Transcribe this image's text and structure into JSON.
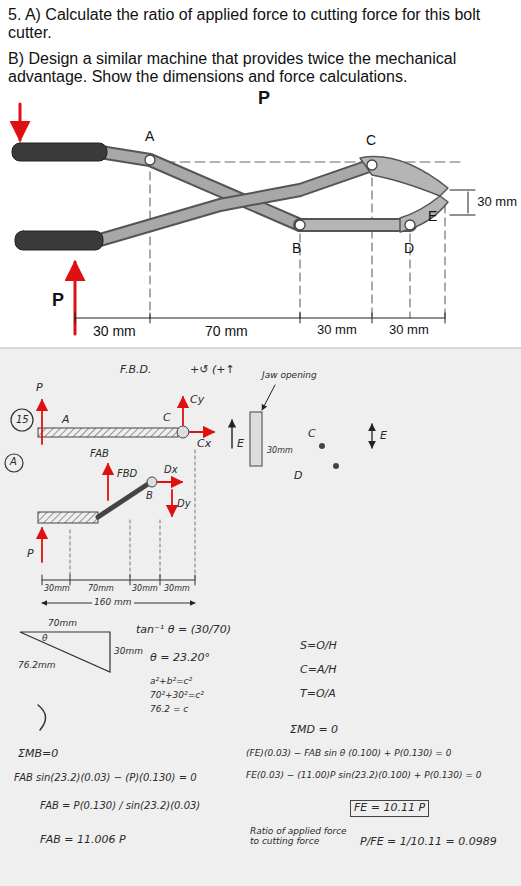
{
  "diagram": {
    "labels": [
      "5. A) Calculate the ratio of applied force to cutting force for this bolt cutter.",
      "B) Design a similar machine that provides twice the mechanical advantage. Show the dimensions and force calculations.",
      "P",
      "A",
      "C",
      "30 mm",
      "E",
      "B",
      "D",
      "P",
      "30 mm",
      "70 mm",
      "30 mm",
      "30 mm",
      "F.B.D.",
      "15",
      "A",
      "P",
      "A",
      "Cy",
      "C",
      "Cx",
      "Jaw opening",
      "E",
      "C",
      "E",
      "D",
      "30mm",
      "FAB",
      "FBD",
      "Dx",
      "B",
      "Dy",
      "P",
      "30mm",
      "70mm",
      "30mm",
      "30mm",
      "160 mm",
      "+↺ (+↑",
      "70mm",
      "θ",
      "76.2mm",
      "30mm",
      "tan⁻¹ θ = (30/70)",
      "θ = 23.20°",
      "a²+b²=c²",
      "70²+30²=c²",
      "76.2 = c",
      "S=O/H",
      "C=A/H",
      "T=O/A",
      "ΣMB=0",
      "FAB sin(23.2)(0.03) − (P)(0.130) = 0",
      "FAB = P(0.130) / sin(23.2)(0.03)",
      "FAB = 11.006 P",
      "ΣMD = 0",
      "(FE)(0.03) − FAB sin θ (0.100) + P(0.130) = 0",
      "FE(0.03) − (11.00)P sin(23.2)(0.100) + P(0.130) = 0",
      "FE = 10.11 P",
      "Ratio of applied force to cutting force",
      "P/FE = 1/10.11 = 0.0989"
    ]
  }
}
